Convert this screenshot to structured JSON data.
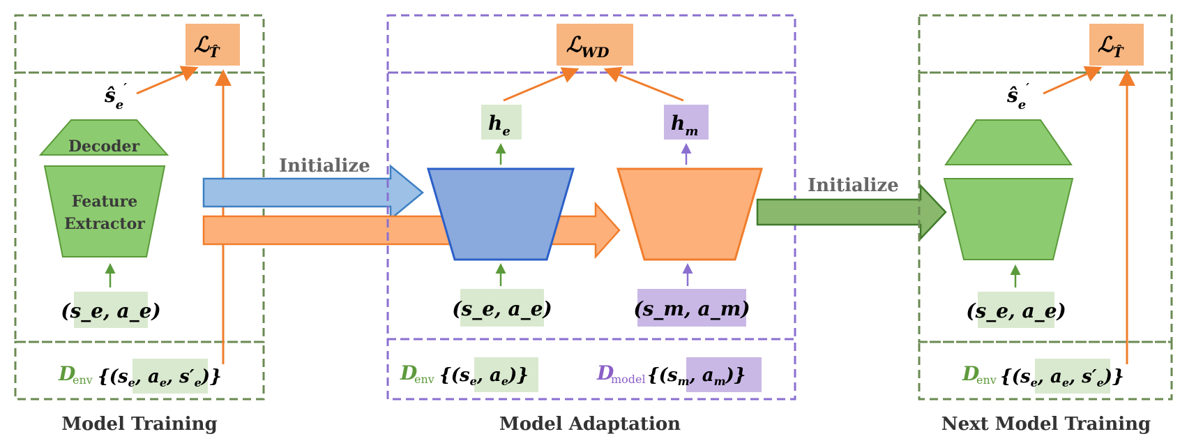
{
  "panels": {
    "model_training": {
      "caption": "Model Training"
    },
    "model_adaptation": {
      "caption": "Model Adaptation"
    },
    "next_model_training": {
      "caption": "Next Model Training"
    }
  },
  "losses": {
    "transition_loss": {
      "symbol": "ℒ",
      "sub": "T̂"
    },
    "wd_loss": {
      "symbol": "ℒ",
      "sub": "WD"
    },
    "transition_loss_next": {
      "symbol": "ℒ",
      "sub": "T̂"
    }
  },
  "blocks": {
    "decoder": "Decoder",
    "feature_extractor_line1": "Feature",
    "feature_extractor_line2": "Extractor"
  },
  "arrows": {
    "initialize_1": "Initialize",
    "initialize_2": "Initialize"
  },
  "nodes": {
    "s_prime": {
      "base": "ŝ",
      "sub": "e",
      "sup": "′"
    },
    "s_prime_next": {
      "base": "ŝ",
      "sub": "e",
      "sup": "′"
    },
    "h_e": {
      "base": "h",
      "sub": "e"
    },
    "h_m": {
      "base": "h",
      "sub": "m"
    },
    "input_env": "(s_e, a_e)",
    "input_model": "(s_m, a_m)"
  },
  "datasets": {
    "env_label": "D",
    "env_sub": "env",
    "model_label": "D",
    "model_sub": "model"
  },
  "colors": {
    "green_border": "#6a8a52",
    "purple_border": "#8a6fd0",
    "loss_fill": "#f7b57f",
    "green_fill": "#8ccb6f",
    "green_stroke": "#5a9a3a",
    "blue_fill": "#8aa9dd",
    "blue_stroke": "#2b5fc8",
    "orange_fill": "#fdb07a",
    "orange_stroke": "#f07d2c",
    "light_green_bg": "#d9e9cf",
    "light_purple_bg": "#c9b8e6",
    "purple_text": "#8b5fc7",
    "green_text": "#5e9a3c"
  }
}
